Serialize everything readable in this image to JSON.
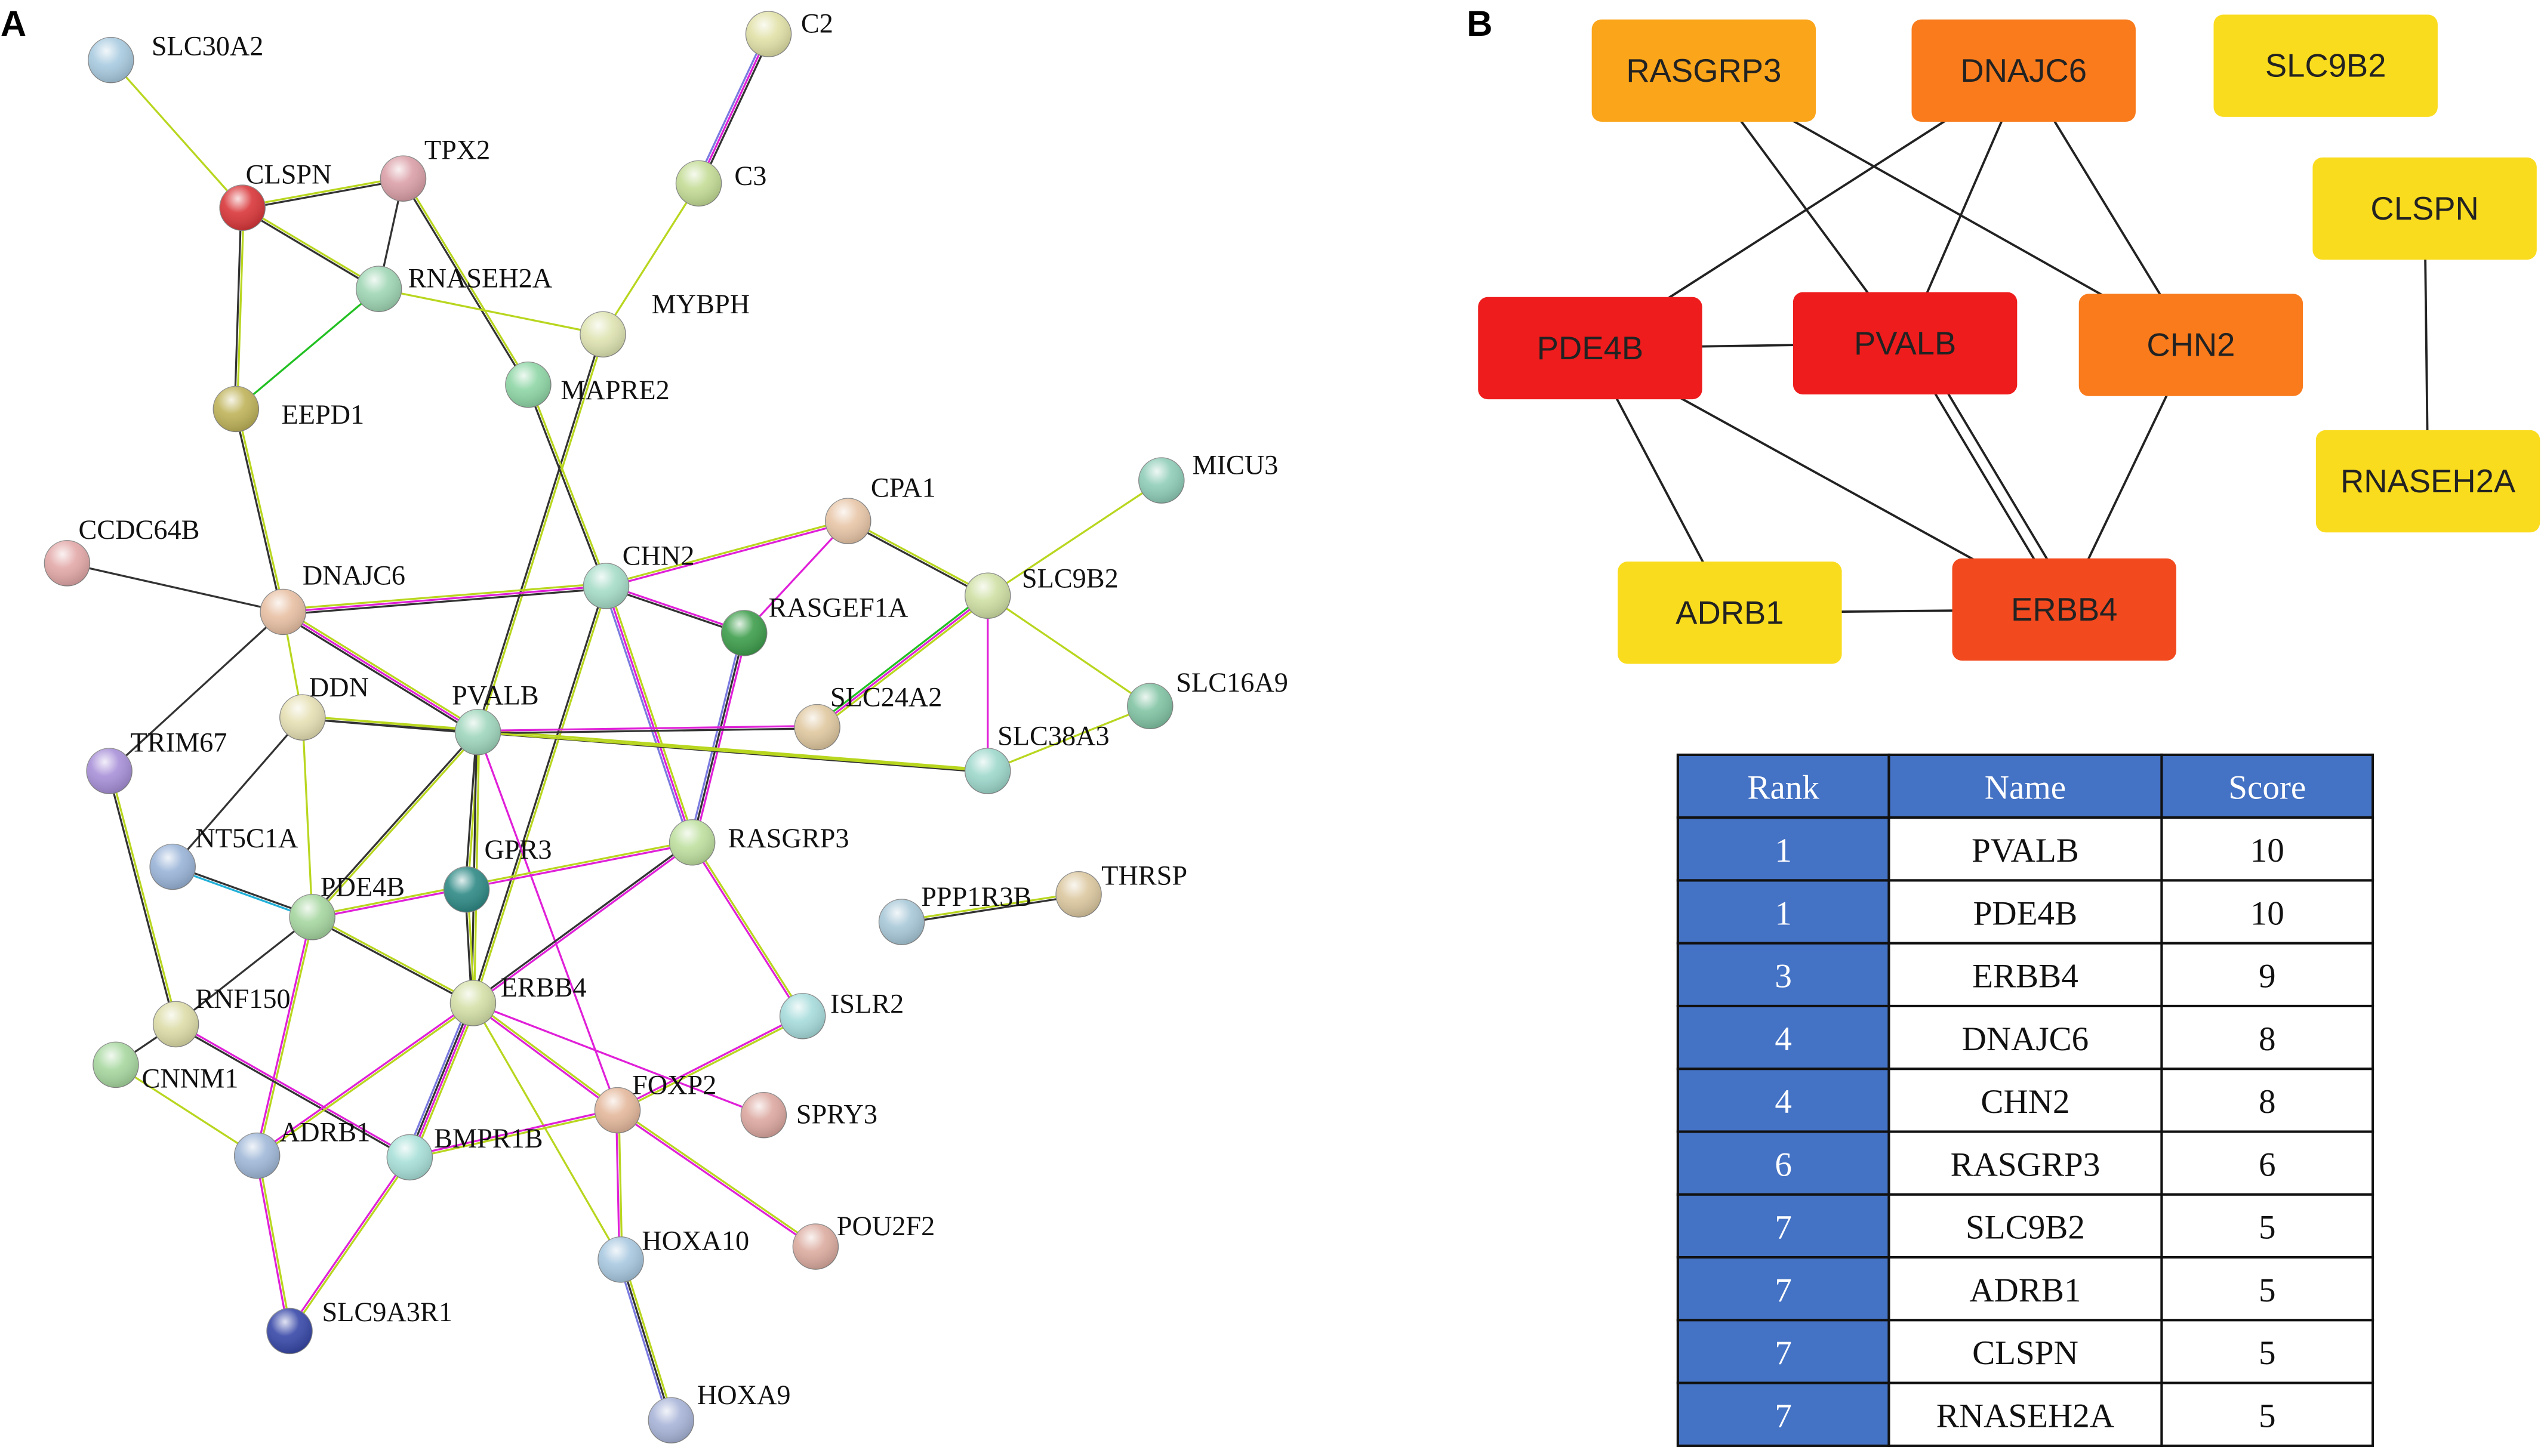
{
  "panel_a": {
    "label": "A",
    "nodes": [
      {
        "name": "SLC30A2",
        "color": "#a9cbe0"
      },
      {
        "name": "CLSPN",
        "color": "#d9373a"
      },
      {
        "name": "TPX2",
        "color": "#dba0a8"
      },
      {
        "name": "C2",
        "color": "#e1e1a8"
      },
      {
        "name": "C3",
        "color": "#c4dc96"
      },
      {
        "name": "RNASEH2A",
        "color": "#9fd6b4"
      },
      {
        "name": "MYBPH",
        "color": "#dfe4b2"
      },
      {
        "name": "MAPRE2",
        "color": "#8fd6a6"
      },
      {
        "name": "EEPD1",
        "color": "#bfb35a"
      },
      {
        "name": "CCDC64B",
        "color": "#e3a8a8"
      },
      {
        "name": "DNAJC6",
        "color": "#e8c0a4"
      },
      {
        "name": "CHN2",
        "color": "#a6dcc8"
      },
      {
        "name": "CPA1",
        "color": "#e8c6a8"
      },
      {
        "name": "MICU3",
        "color": "#8fcdb8"
      },
      {
        "name": "SLC9B2",
        "color": "#cfe0a4"
      },
      {
        "name": "RASGEF1A",
        "color": "#3e9e4c"
      },
      {
        "name": "DDN",
        "color": "#e6e0b4"
      },
      {
        "name": "PVALB",
        "color": "#9fd6bc"
      },
      {
        "name": "SLC24A2",
        "color": "#e0c8a0"
      },
      {
        "name": "SLC16A9",
        "color": "#82c4a4"
      },
      {
        "name": "SLC38A3",
        "color": "#9ed8cc"
      },
      {
        "name": "TRIM67",
        "color": "#a890d8"
      },
      {
        "name": "NT5C1A",
        "color": "#9ab4d8"
      },
      {
        "name": "PDE4B",
        "color": "#a6d6a0"
      },
      {
        "name": "GPR3",
        "color": "#2f8a86"
      },
      {
        "name": "RASGRP3",
        "color": "#bfe0a0"
      },
      {
        "name": "PPP1R3B",
        "color": "#a8c8d8"
      },
      {
        "name": "THRSP",
        "color": "#dcc8a0"
      },
      {
        "name": "RNF150",
        "color": "#dcdca8"
      },
      {
        "name": "ERBB4",
        "color": "#d4e0a8"
      },
      {
        "name": "ISLR2",
        "color": "#a8dcdc"
      },
      {
        "name": "CNNM1",
        "color": "#a8d8a0"
      },
      {
        "name": "FOXP2",
        "color": "#e4b89c"
      },
      {
        "name": "SPRY3",
        "color": "#dca8a0"
      },
      {
        "name": "ADRB1",
        "color": "#a0b8d8"
      },
      {
        "name": "BMPR1B",
        "color": "#a8e0d8"
      },
      {
        "name": "HOXA10",
        "color": "#a8c8e0"
      },
      {
        "name": "POU2F2",
        "color": "#dcaca0"
      },
      {
        "name": "SLC9A3R1",
        "color": "#3848a8"
      },
      {
        "name": "HOXA9",
        "color": "#a8b4d8"
      }
    ],
    "edges": [
      [
        "SLC30A2",
        "CLSPN",
        "y"
      ],
      [
        "CLSPN",
        "TPX2",
        "yk"
      ],
      [
        "CLSPN",
        "RNASEH2A",
        "yk"
      ],
      [
        "CLSPN",
        "EEPD1",
        "yk"
      ],
      [
        "TPX2",
        "RNASEH2A",
        "k"
      ],
      [
        "TPX2",
        "MAPRE2",
        "yk"
      ],
      [
        "RNASEH2A",
        "EEPD1",
        "g"
      ],
      [
        "RNASEH2A",
        "MYBPH",
        "y"
      ],
      [
        "C2",
        "C3",
        "kmb"
      ],
      [
        "C3",
        "MYBPH",
        "y"
      ],
      [
        "MYBPH",
        "PVALB",
        "yk"
      ],
      [
        "MAPRE2",
        "CHN2",
        "yk"
      ],
      [
        "EEPD1",
        "DNAJC6",
        "yk"
      ],
      [
        "CCDC64B",
        "DNAJC6",
        "k"
      ],
      [
        "DNAJC6",
        "CHN2",
        "ymk"
      ],
      [
        "DNAJC6",
        "PVALB",
        "ymk"
      ],
      [
        "DNAJC6",
        "DDN",
        "y"
      ],
      [
        "DNAJC6",
        "TRIM67",
        "k"
      ],
      [
        "CHN2",
        "CPA1",
        "ym"
      ],
      [
        "CHN2",
        "RASGEF1A",
        "mk"
      ],
      [
        "CHN2",
        "RASGRP3",
        "ymb"
      ],
      [
        "CHN2",
        "ERBB4",
        "yk"
      ],
      [
        "CPA1",
        "RASGEF1A",
        "m"
      ],
      [
        "CPA1",
        "SLC9B2",
        "yk"
      ],
      [
        "MICU3",
        "SLC9B2",
        "y"
      ],
      [
        "SLC9B2",
        "SLC24A2",
        "ymg"
      ],
      [
        "SLC9B2",
        "SLC38A3",
        "m"
      ],
      [
        "SLC9B2",
        "SLC16A9",
        "y"
      ],
      [
        "RASGEF1A",
        "RASGRP3",
        "mkb"
      ],
      [
        "DDN",
        "PVALB",
        "yk"
      ],
      [
        "DDN",
        "NT5C1A",
        "k"
      ],
      [
        "DDN",
        "PDE4B",
        "y"
      ],
      [
        "DDN",
        "SLC38A3",
        "yk"
      ],
      [
        "PVALB",
        "SLC24A2",
        "mk"
      ],
      [
        "PVALB",
        "SLC38A3",
        "y"
      ],
      [
        "PVALB",
        "PDE4B",
        "yk"
      ],
      [
        "PVALB",
        "GPR3",
        "yk"
      ],
      [
        "PVALB",
        "ERBB4",
        "yk"
      ],
      [
        "PVALB",
        "FOXP2",
        "m"
      ],
      [
        "SLC16A9",
        "SLC38A3",
        "y"
      ],
      [
        "TRIM67",
        "RNF150",
        "yk"
      ],
      [
        "NT5C1A",
        "PDE4B",
        "kc"
      ],
      [
        "PDE4B",
        "RASGRP3",
        "ym"
      ],
      [
        "PDE4B",
        "ERBB4",
        "yk"
      ],
      [
        "PDE4B",
        "RNF150",
        "k"
      ],
      [
        "PDE4B",
        "ADRB1",
        "ym"
      ],
      [
        "GPR3",
        "ERBB4",
        "yk"
      ],
      [
        "RASGRP3",
        "ERBB4",
        "mk"
      ],
      [
        "RASGRP3",
        "ISLR2",
        "ym"
      ],
      [
        "PPP1R3B",
        "THRSP",
        "yk"
      ],
      [
        "RNF150",
        "CNNM1",
        "k"
      ],
      [
        "RNF150",
        "BMPR1B",
        "mk"
      ],
      [
        "ERBB4",
        "ADRB1",
        "ym"
      ],
      [
        "ERBB4",
        "BMPR1B",
        "ymkb"
      ],
      [
        "ERBB4",
        "FOXP2",
        "ym"
      ],
      [
        "ERBB4",
        "HOXA10",
        "y"
      ],
      [
        "ERBB4",
        "SPRY3",
        "m"
      ],
      [
        "ISLR2",
        "FOXP2",
        "ym"
      ],
      [
        "CNNM1",
        "ADRB1",
        "y"
      ],
      [
        "FOXP2",
        "BMPR1B",
        "ym"
      ],
      [
        "FOXP2",
        "HOXA10",
        "ym"
      ],
      [
        "FOXP2",
        "POU2F2",
        "ym"
      ],
      [
        "ADRB1",
        "SLC9A3R1",
        "ym"
      ],
      [
        "BMPR1B",
        "SLC9A3R1",
        "ym"
      ],
      [
        "HOXA10",
        "HOXA9",
        "ykb"
      ]
    ]
  },
  "panel_b": {
    "label": "B",
    "boxes": [
      {
        "name": "RASGRP3",
        "color": "#fba51a"
      },
      {
        "name": "DNAJC6",
        "color": "#f97b1c"
      },
      {
        "name": "SLC9B2",
        "color": "#fadc1e"
      },
      {
        "name": "CLSPN",
        "color": "#fadc1e"
      },
      {
        "name": "PDE4B",
        "color": "#ee1c1c"
      },
      {
        "name": "PVALB",
        "color": "#ee1c1c"
      },
      {
        "name": "CHN2",
        "color": "#f97b1c"
      },
      {
        "name": "RNASEH2A",
        "color": "#fadc1e"
      },
      {
        "name": "ADRB1",
        "color": "#fadc1e"
      },
      {
        "name": "ERBB4",
        "color": "#f24a1e"
      }
    ],
    "edges": [
      [
        "RASGRP3",
        "PVALB"
      ],
      [
        "RASGRP3",
        "CHN2"
      ],
      [
        "DNAJC6",
        "PDE4B"
      ],
      [
        "DNAJC6",
        "PVALB"
      ],
      [
        "DNAJC6",
        "CHN2"
      ],
      [
        "PDE4B",
        "PVALB"
      ],
      [
        "PDE4B",
        "ADRB1"
      ],
      [
        "PDE4B",
        "ERBB4"
      ],
      [
        "PVALB",
        "ERBB4"
      ],
      [
        "PVALB",
        "ERBB4"
      ],
      [
        "CHN2",
        "ERBB4"
      ],
      [
        "ADRB1",
        "ERBB4"
      ],
      [
        "CLSPN",
        "RNASEH2A"
      ]
    ],
    "table": {
      "headers": [
        "Rank",
        "Name",
        "Score"
      ],
      "rows": [
        [
          "1",
          "PVALB",
          "10"
        ],
        [
          "1",
          "PDE4B",
          "10"
        ],
        [
          "3",
          "ERBB4",
          "9"
        ],
        [
          "4",
          "DNAJC6",
          "8"
        ],
        [
          "4",
          "CHN2",
          "8"
        ],
        [
          "6",
          "RASGRP3",
          "6"
        ],
        [
          "7",
          "SLC9B2",
          "5"
        ],
        [
          "7",
          "ADRB1",
          "5"
        ],
        [
          "7",
          "CLSPN",
          "5"
        ],
        [
          "7",
          "RNASEH2A",
          "5"
        ]
      ],
      "header_color": "#4472c4"
    }
  }
}
